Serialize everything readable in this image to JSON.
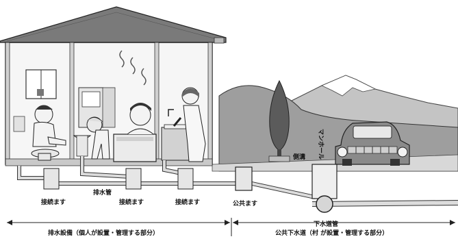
{
  "labels": {
    "connection_box": "接続ます",
    "drain_pipe": "排水管",
    "public_box": "公共ます",
    "side_ditch": "側溝",
    "manhole": "マンホール",
    "sewer_pipe": "下水道管",
    "private_section": "排水設備（個人が設置・管理する部分）",
    "public_section": "公共下水道（村 が設置・管理する部分）"
  },
  "colors": {
    "roof": "#7d7d7d",
    "wall_gray": "#cfcfcf",
    "ground": "#d6d6d6",
    "mountain_far": "#bdbdbd",
    "mountain_near": "#9a9a9a",
    "pipe": "#dcdcdc",
    "outline": "#222222"
  },
  "icons": [
    "house-icon",
    "toilet-icon",
    "washbasin-icon",
    "bathtub-icon",
    "kitchen-sink-icon",
    "tree-icon",
    "car-icon",
    "mountain-icon"
  ]
}
